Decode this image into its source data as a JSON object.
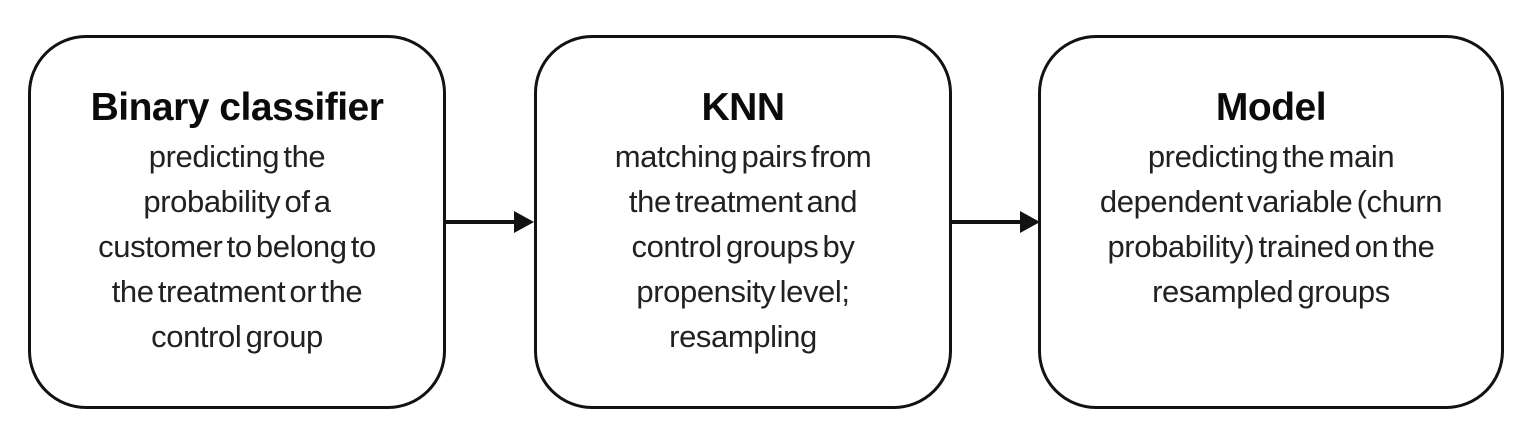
{
  "theme": {
    "stroke": "#121212",
    "title-color": "#0b0b0b",
    "body-color": "#212121",
    "bg": "#ffffff"
  },
  "diagram": {
    "type": "flowchart",
    "direction": "left-to-right",
    "boxes": [
      {
        "title": "Binary classifier",
        "lines": [
          "predicting the",
          "probability of a",
          "customer to belong to",
          "the treatment or the",
          "control group"
        ]
      },
      {
        "title": "KNN",
        "lines": [
          "matching pairs from",
          "the treatment and",
          "control groups by",
          "propensity level;",
          "resampling"
        ]
      },
      {
        "title": "Model",
        "lines": [
          "predicting the main",
          "dependent variable (churn",
          "probability) trained on the",
          "resampled groups"
        ]
      }
    ],
    "connectors": [
      {
        "from": 0,
        "to": 1,
        "type": "arrow-right"
      },
      {
        "from": 1,
        "to": 2,
        "type": "arrow-right"
      }
    ]
  }
}
